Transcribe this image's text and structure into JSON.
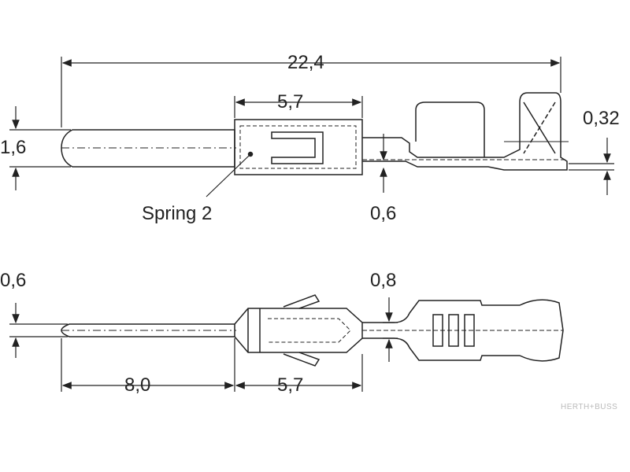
{
  "top_view": {
    "overall_length": "22,4",
    "barrel_length": "5,7",
    "pin_diameter": "1,6",
    "material_thickness": "0,32",
    "strip_height": "0,6",
    "spring_label": "Spring 2"
  },
  "bottom_view": {
    "pin_width": "0,6",
    "neck_width": "0,8",
    "pin_length": "8,0",
    "barrel_length": "5,7"
  },
  "watermark": "HERTH+BUSS",
  "colors": {
    "line": "#222222",
    "background": "#ffffff"
  }
}
